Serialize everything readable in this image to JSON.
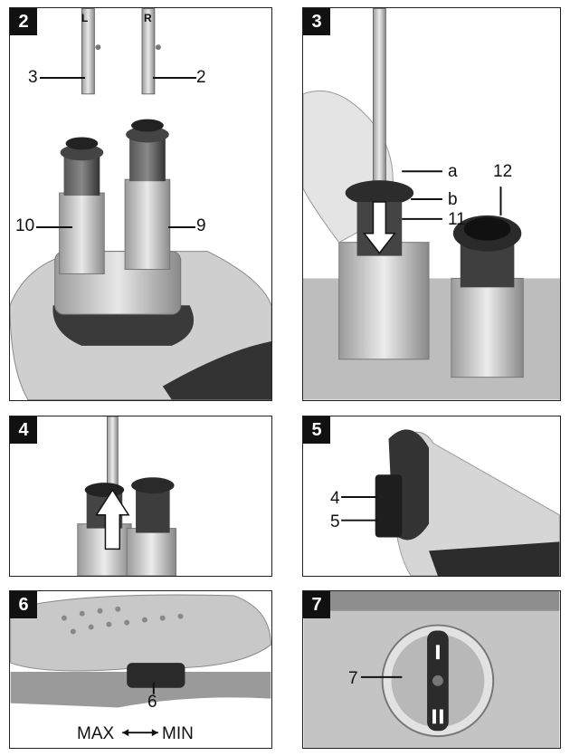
{
  "panels": {
    "p2": {
      "number": "2",
      "shaft_l": "L",
      "shaft_r": "R",
      "labels": {
        "c3": "3",
        "c2": "2",
        "c10": "10",
        "c9": "9"
      }
    },
    "p3": {
      "number": "3",
      "labels": {
        "a": "a",
        "b": "b",
        "c11": "11",
        "c12": "12"
      }
    },
    "p4": {
      "number": "4"
    },
    "p5": {
      "number": "5",
      "labels": {
        "c4": "4",
        "c5": "5"
      }
    },
    "p6": {
      "number": "6",
      "labels": {
        "c6": "6",
        "max": "MAX",
        "min": "MIN"
      }
    },
    "p7": {
      "number": "7",
      "labels": {
        "c7": "7"
      }
    }
  }
}
